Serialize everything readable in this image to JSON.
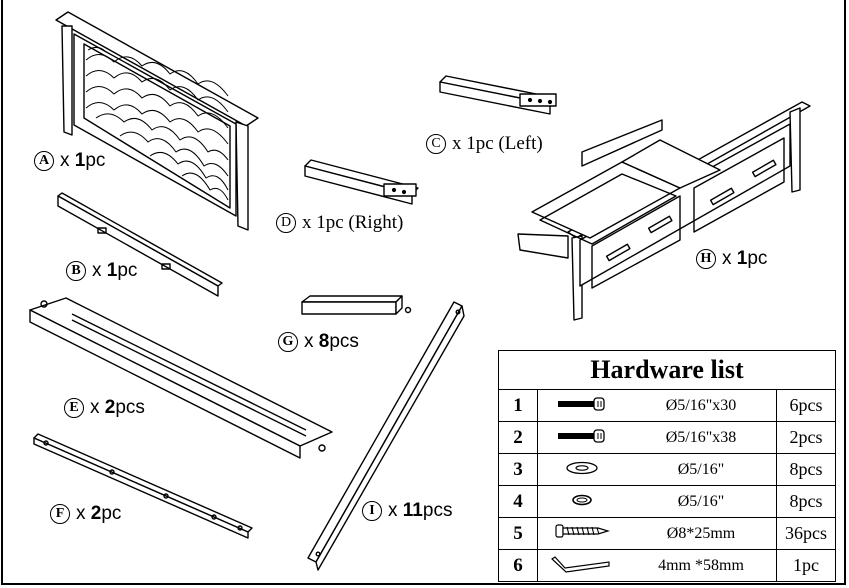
{
  "parts": [
    {
      "letter": "A",
      "text_pre": "x ",
      "qty": "1",
      "unit": "pc"
    },
    {
      "letter": "B",
      "text_pre": "x ",
      "qty": "1",
      "unit": "pc"
    },
    {
      "letter": "C",
      "text": "x 1pc (Left)"
    },
    {
      "letter": "D",
      "text": "x 1pc (Right)"
    },
    {
      "letter": "E",
      "text_pre": "x ",
      "qty": "2",
      "unit": "pcs"
    },
    {
      "letter": "F",
      "text_pre": "x ",
      "qty": "2",
      "unit": "pc"
    },
    {
      "letter": "G",
      "text_pre": "x ",
      "qty": "8",
      "unit": "pcs"
    },
    {
      "letter": "H",
      "text_pre": "x ",
      "qty": "1",
      "unit": "pc"
    },
    {
      "letter": "I",
      "text_pre": "x ",
      "qty": "11",
      "unit": "pcs"
    }
  ],
  "hardware": {
    "title": "Hardware list",
    "rows": [
      {
        "num": "1",
        "icon": "long-bolt-icon",
        "size": "Ø5/16\"x30",
        "count": "6pcs"
      },
      {
        "num": "2",
        "icon": "long-bolt-icon",
        "size": "Ø5/16\"x38",
        "count": "2pcs"
      },
      {
        "num": "3",
        "icon": "flat-washer-icon",
        "size": "Ø5/16\"",
        "count": "8pcs"
      },
      {
        "num": "4",
        "icon": "lock-washer-icon",
        "size": "Ø5/16\"",
        "count": "8pcs"
      },
      {
        "num": "5",
        "icon": "wood-screw-icon",
        "size": "Ø8*25mm",
        "count": "36pcs"
      },
      {
        "num": "6",
        "icon": "allen-key-icon",
        "size": "4mm *58mm",
        "count": "1pc"
      }
    ]
  }
}
